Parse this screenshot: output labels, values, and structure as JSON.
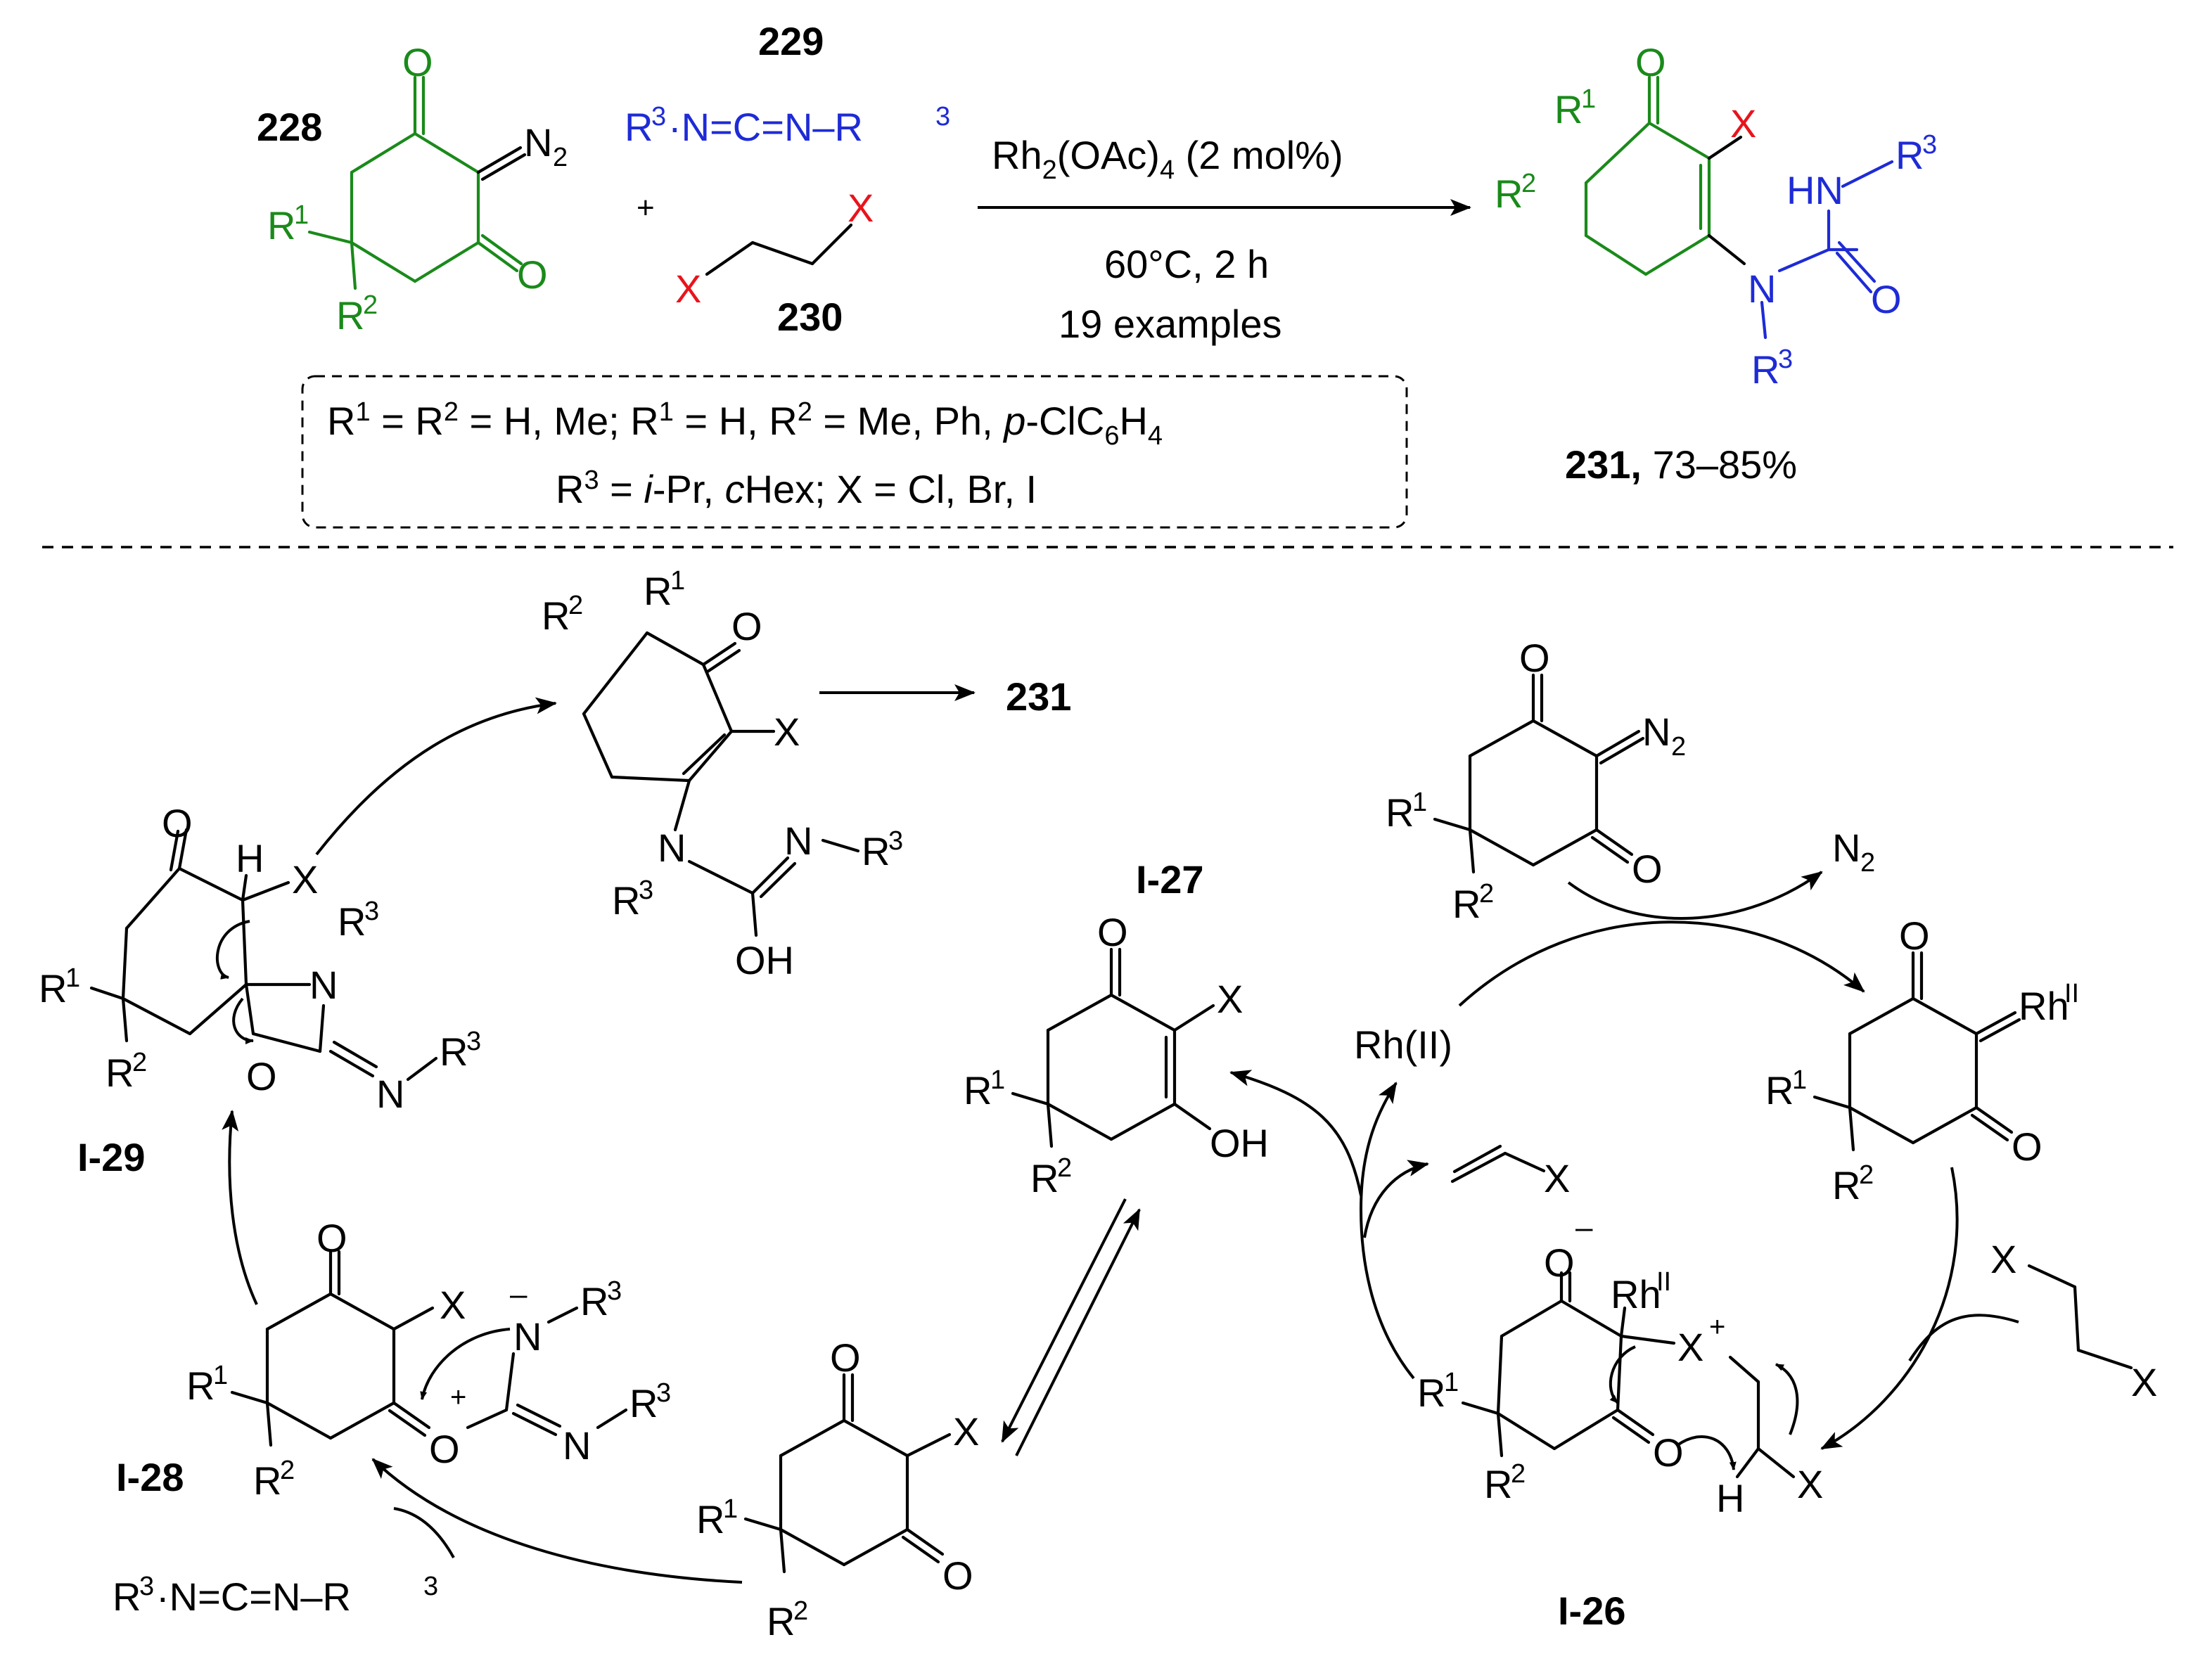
{
  "colors": {
    "black": "#000000",
    "ring_green": "#1a8a1a",
    "carbodiimide_blue": "#1e2bd6",
    "halogen_red": "#e8141c"
  },
  "compounds": {
    "c228": "228",
    "c229": "229",
    "c230": "230",
    "c231": "231,",
    "c231_yield": "73–85%",
    "c231_ref": "231"
  },
  "conditions": {
    "catalyst": "Rh(OAc) (2 mol%)",
    "temperature_time": "60°C, 2 h",
    "examples": "19 examples"
  },
  "substituents": {
    "line1": "R = R = H, Me; R = H, R = Me, Ph, p-ClC6H4",
    "line2": "R = i-Pr, cHex; X = Cl, Br, I"
  },
  "intermediates": [
    "I-26",
    "I-27",
    "I-28",
    "I-29"
  ],
  "catalyst_species": "Rh(II)",
  "byproduct": "N",
  "atoms": {
    "O": "O",
    "N": "N",
    "X": "X",
    "R": "R",
    "H": "H",
    "OH": "OH",
    "HN": "HN",
    "Rh": "Rh",
    "plus": "+",
    "minus": "–",
    "eq_N": "N",
    "carbodiimide_mid": "·N=C=N–R",
    "rh_ox": "II"
  },
  "subscripts": {
    "one": "1",
    "two": "2",
    "three": "3",
    "four": "4",
    "six": "6"
  }
}
